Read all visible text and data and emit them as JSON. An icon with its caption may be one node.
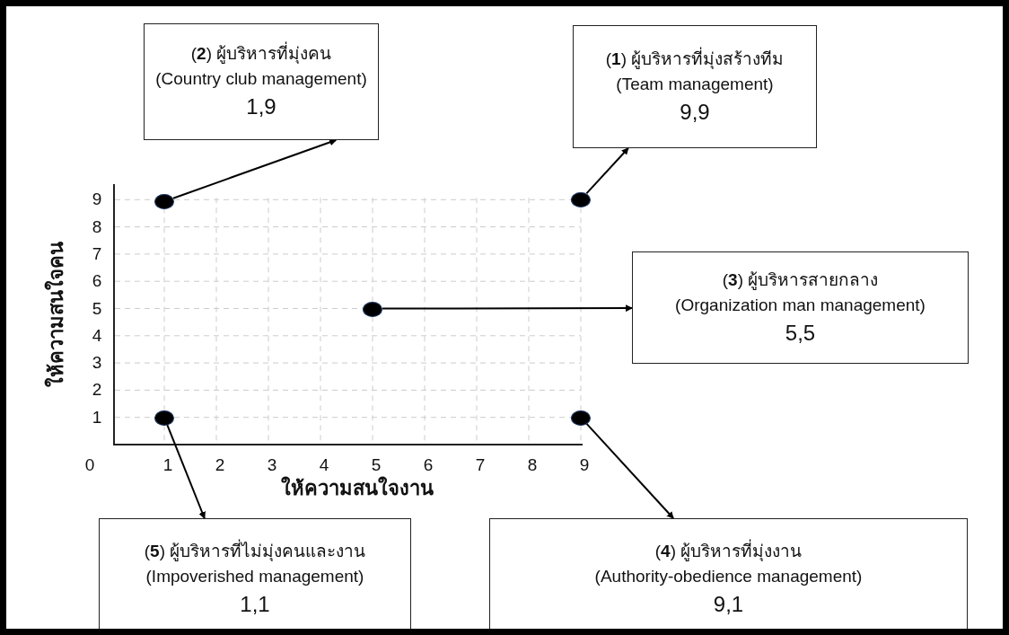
{
  "diagram": {
    "nodes": [
      {
        "text": [
          "(**2**) ผู้บริหารที่มุ่งคน",
          "(Country club management)",
          "1,9"
        ]
      },
      {
        "text": [
          "(**1**) ผู้บริหารที่มุ่งสร้างทีม",
          "(Team management)",
          "9,9"
        ]
      },
      {
        "text": [],
        "shape": "circle"
      },
      {
        "text": [],
        "shape": "circle"
      },
      {
        "text": [
          "(**3**) ผู้บริหารสายกลาง",
          "(Organization man management)",
          "5,5"
        ]
      },
      {
        "text": [],
        "shape": "circle"
      },
      {
        "text": [],
        "shape": "circle"
      },
      {
        "text": [],
        "shape": "circle"
      },
      {
        "text": [
          "(**5**) ผู้บริหารที่ไม่มุ่งคนและงาน",
          "(Impoverished management)",
          "1,1"
        ]
      },
      {
        "text": [
          "(**4**) ผู้บริหารที่มุ่งงาน",
          "(Authority-obedience management)",
          "9,1"
        ]
      }
    ],
    "edges": [
      {
        "from": 2,
        "to": 0,
        "arrow": "to"
      },
      {
        "from": 3,
        "to": 1,
        "arrow": "to"
      },
      {
        "from": 5,
        "to": 4,
        "arrow": "to"
      },
      {
        "from": 6,
        "to": 8,
        "arrow": "to"
      },
      {
        "from": 7,
        "to": 9,
        "arrow": "to"
      }
    ],
    "labels": [
      "9",
      "8",
      "7",
      "6",
      "5",
      "4",
      "3",
      "2",
      "1",
      "ให้ความสนใจคน",
      "0",
      "1",
      "2",
      "3",
      "4",
      "5",
      "6",
      "7",
      "8",
      "9",
      "ให้ความสนใจงาน"
    ]
  }
}
